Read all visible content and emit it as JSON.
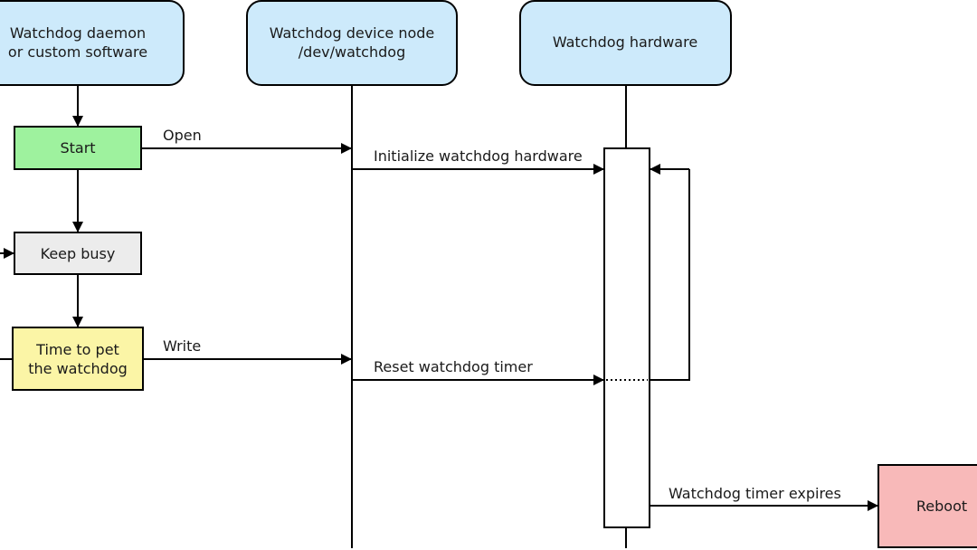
{
  "headers": {
    "daemon": {
      "line1": "Watchdog daemon",
      "line2": "or custom software"
    },
    "device_node": {
      "line1": "Watchdog device node",
      "line2": "/dev/watchdog"
    },
    "hardware": {
      "line1": "Watchdog hardware"
    }
  },
  "boxes": {
    "start": "Start",
    "keep_busy": "Keep busy",
    "time_to_pet": {
      "line1": "Time to pet",
      "line2": "the watchdog"
    },
    "reboot": "Reboot"
  },
  "messages": {
    "open": "Open",
    "initialize": "Initialize watchdog hardware",
    "write": "Write",
    "reset": "Reset watchdog timer",
    "expires": "Watchdog timer expires"
  },
  "colors": {
    "header_fill": "#cdeafb",
    "start_fill": "#9ef29e",
    "keep_busy_fill": "#ececec",
    "pet_fill": "#fbf5a6",
    "reboot_fill": "#f8b9b9",
    "stroke": "#000000"
  }
}
